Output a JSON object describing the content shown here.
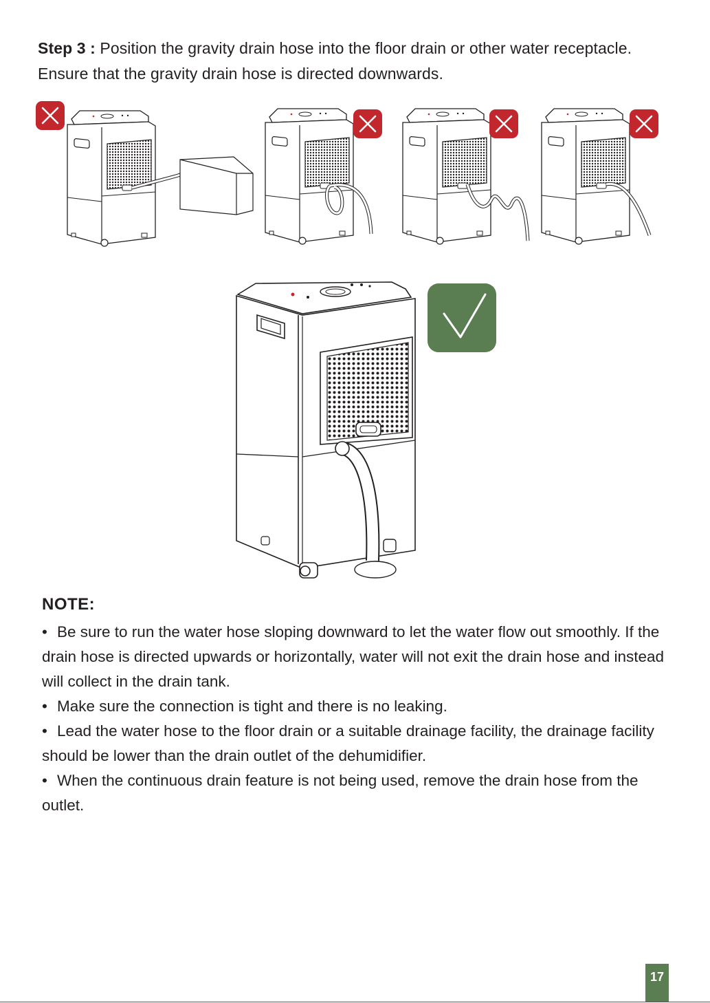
{
  "step": {
    "label": "Step 3 :",
    "text": "Position the gravity drain hose into the floor drain or other water receptacle. Ensure that the gravity drain hose is directed downwards."
  },
  "illustrations": {
    "wrong_examples": [
      {
        "mark": "cross-icon",
        "hose": "horizontal into raised box"
      },
      {
        "mark": "cross-icon",
        "hose": "looped"
      },
      {
        "mark": "cross-icon",
        "hose": "wavy"
      },
      {
        "mark": "cross-icon",
        "hose": "rising then falling"
      }
    ],
    "correct_example": {
      "mark": "check-icon",
      "hose": "downward into floor drain"
    },
    "colors": {
      "wrong": "#c1272d",
      "correct": "#5a7d52",
      "line": "#231f20"
    }
  },
  "note": {
    "title": "NOTE:",
    "bullet": "•",
    "items": [
      "Be sure to run the water hose sloping downward to let the water flow out smoothly. If the drain hose is directed upwards or horizontally, water will not exit the drain hose and instead will collect in the drain tank.",
      "Make sure the connection is tight and there is no leaking.",
      "Lead the water hose to the floor drain or a suitable drainage facility, the drainage facility should be lower than the drain outlet of the dehumidifier.",
      "When the continuous drain feature is not being used, remove the drain hose from the outlet."
    ]
  },
  "page_number": "17"
}
